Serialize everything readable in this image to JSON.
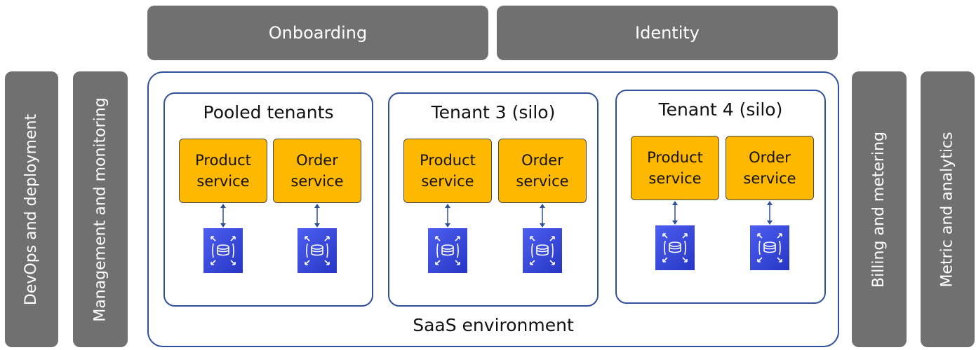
{
  "top_bars": {
    "onboarding": "Onboarding",
    "identity": "Identity"
  },
  "left_bars": {
    "devops": "DevOps and deployment",
    "management": "Management and monitoring"
  },
  "right_bars": {
    "billing": "Billing and metering",
    "metrics": "Metric and analytics"
  },
  "environment": {
    "label": "SaaS environment"
  },
  "tenants": [
    {
      "title": "Pooled tenants",
      "services": [
        "Product service",
        "Order service"
      ]
    },
    {
      "title": "Tenant 3 (silo)",
      "services": [
        "Product service",
        "Order service"
      ]
    },
    {
      "title": "Tenant 4 (silo)",
      "services": [
        "Product service",
        "Order service"
      ]
    }
  ],
  "colors": {
    "bar": "#707070",
    "border": "#2f4f9a",
    "service": "#FFB800",
    "database": "#3546d8"
  },
  "icons": [
    "database-icon",
    "bidirectional-arrow-icon"
  ]
}
